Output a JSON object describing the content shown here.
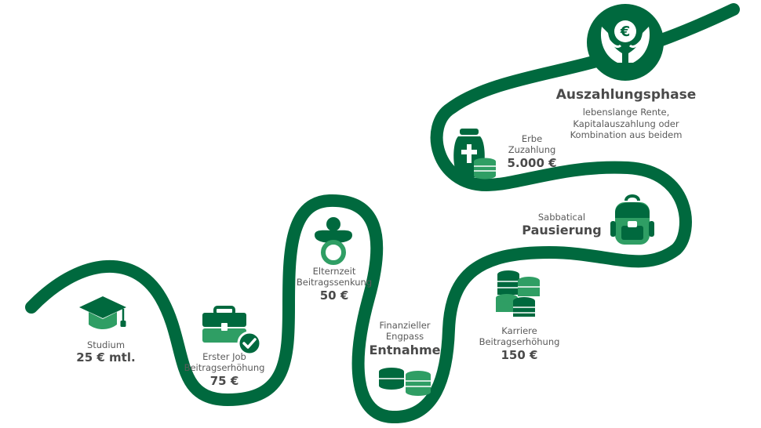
{
  "colors": {
    "path": "#00693e",
    "icon_dark": "#00693e",
    "icon_light": "#2f9e64",
    "text": "#555555"
  },
  "stages": {
    "studium": {
      "label": "Studium",
      "value": "25 € mtl.",
      "icon": "graduation-cap-icon"
    },
    "erster_job": {
      "label1": "Erster Job",
      "label2": "Beitragserhöhung",
      "value": "75 €",
      "icon": "briefcase-check-icon"
    },
    "elternzeit": {
      "label1": "Elternzeit",
      "label2": "Beitragssenkung",
      "value": "50 €",
      "icon": "pacifier-icon"
    },
    "engpass": {
      "label1": "Finanzieller",
      "label2": "Engpass",
      "value": "Entnahme",
      "icon": "coin-stacks-icon"
    },
    "karriere": {
      "label1": "Karriere",
      "label2": "Beitragserhöhung",
      "value": "150 €",
      "icon": "coin-stacks-many-icon"
    },
    "sabbatical": {
      "label": "Sabbatical",
      "value": "Pausierung",
      "icon": "backpack-icon"
    },
    "erbe": {
      "label1": "Erbe",
      "label2": "Zuzahlung",
      "value": "5.000 €",
      "icon": "urn-coins-icon"
    },
    "auszahlung": {
      "title": "Auszahlungsphase",
      "line1": "lebenslange Rente,",
      "line2": "Kapitalauszahlung oder",
      "line3": "Kombination aus beidem",
      "icon": "hands-euro-icon",
      "symbol": "€"
    }
  }
}
